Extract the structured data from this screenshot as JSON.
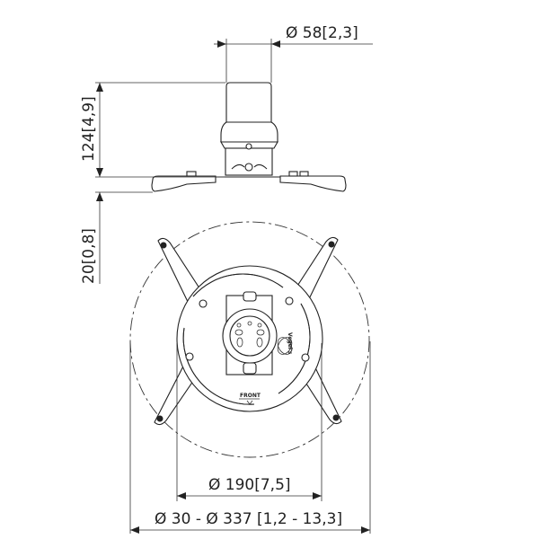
{
  "dimensions": {
    "column_diameter": "Ø 58[2,3]",
    "height": "124[4,9]",
    "foot_height": "20[0,8]",
    "plate_diameter": "Ø 190[7,5]",
    "projector_range": "Ø 30 - Ø 337 [1,2 - 13,3]"
  },
  "plate_label": "FRONT",
  "logo_text": "Vogel's"
}
